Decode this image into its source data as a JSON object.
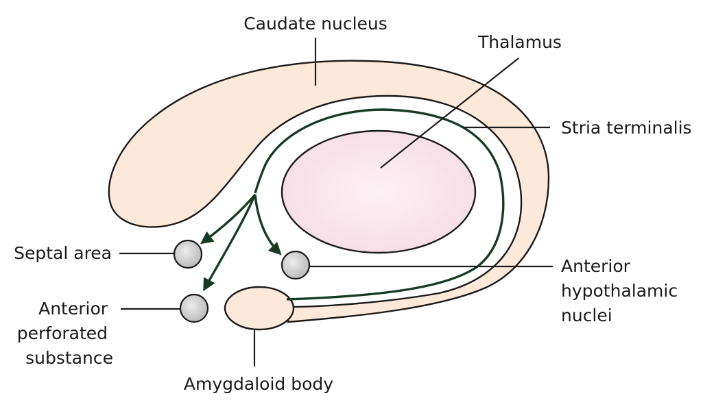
{
  "labels": {
    "caudate_nucleus": "Caudate nucleus",
    "thalamus": "Thalamus",
    "stria_terminalis": "Stria terminalis",
    "septal_area": "Septal area",
    "anterior_perforated_substance": [
      "Anterior",
      "perforated",
      "substance"
    ],
    "anterior_hypothalamic_nuclei": [
      "Anterior",
      "hypothalamic",
      "nuclei"
    ],
    "amygdaloid_body": "Amygdaloid body"
  },
  "colors": {
    "structure_fill": "#fde9da",
    "thalamus_fill": "#fbe3ea",
    "tract": "#163a24",
    "nucleus_fill": "#c9c9c9",
    "outline": "#1a1a1a"
  }
}
